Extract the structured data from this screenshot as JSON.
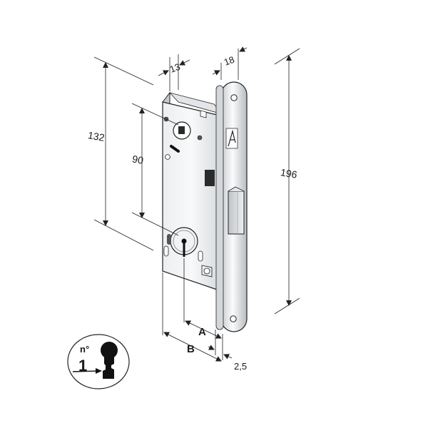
{
  "dimensions": {
    "width_13": "13",
    "width_18": "18",
    "height_132": "132",
    "height_90": "90",
    "height_196": "196",
    "label_a": "A",
    "label_b": "B",
    "thickness": "2,5"
  },
  "key_badge": {
    "number_prefix": "n°",
    "number": "1"
  },
  "colors": {
    "line": "#222222",
    "body_light": "#f4f5f6",
    "body_mid": "#d9dcdf",
    "body_dark": "#a9adb1",
    "metal_dark": "#333333"
  }
}
